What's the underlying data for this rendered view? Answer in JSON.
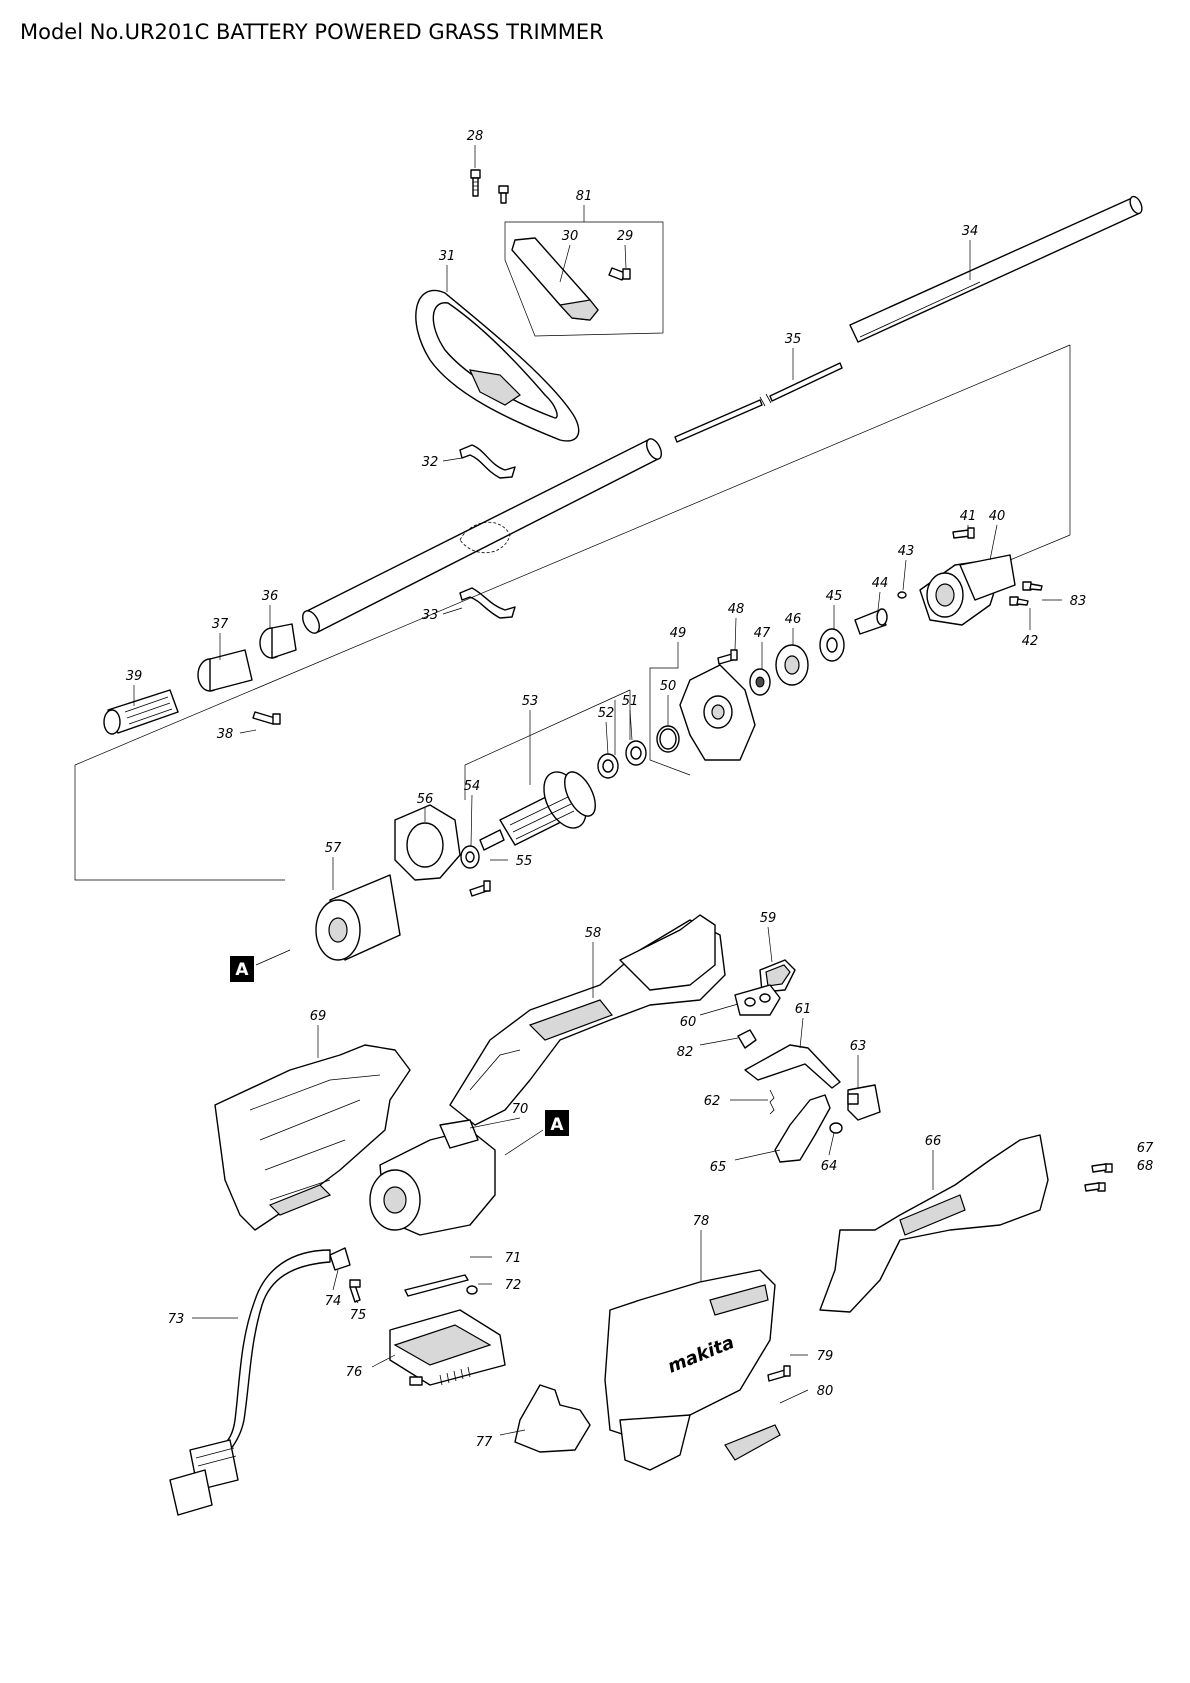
{
  "title": "Model No.UR201C BATTERY POWERED GRASS TRIMMER",
  "section_marker": "A",
  "logo_text": "makita",
  "part_numbers": [
    "28",
    "81",
    "30",
    "29",
    "31",
    "34",
    "35",
    "32",
    "33",
    "36",
    "37",
    "39",
    "38",
    "41",
    "40",
    "43",
    "83",
    "42",
    "44",
    "45",
    "46",
    "47",
    "48",
    "49",
    "50",
    "51",
    "52",
    "53",
    "54",
    "55",
    "56",
    "57",
    "58",
    "59",
    "60",
    "61",
    "82",
    "63",
    "62",
    "65",
    "64",
    "66",
    "67",
    "68",
    "69",
    "70",
    "71",
    "72",
    "73",
    "74",
    "75",
    "76",
    "77",
    "78",
    "79",
    "80"
  ]
}
